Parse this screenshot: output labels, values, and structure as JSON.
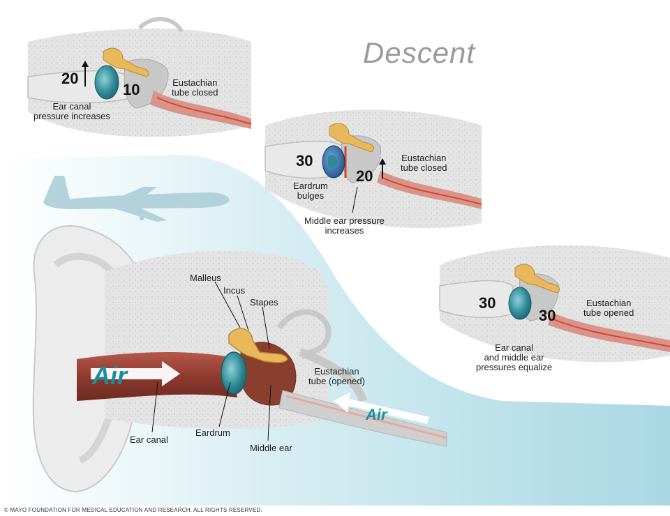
{
  "title": "Descent",
  "copyright": "© MAYO FOUNDATION FOR MEDICAL EDUCATION AND RESEARCH. ALL RIGHTS RESERVED.",
  "colors": {
    "sky": "#bfe3ec",
    "skin": "#ececec",
    "bone": "#d9d9d9",
    "canal": "#8e3a2e",
    "eardrum": "#2e8a96",
    "ossicles": "#e8b85a",
    "air_text": "#1a8fa0",
    "pressure_line": "#e0402a"
  },
  "panel1": {
    "ear_canal_pressure": "20",
    "middle_ear_pressure": "10",
    "eustachian_label": "Eustachian\ntube closed",
    "canal_label": "Ear canal\npressure increases"
  },
  "panel2": {
    "ear_canal_pressure": "30",
    "middle_ear_pressure": "20",
    "eustachian_label": "Eustachian\ntube closed",
    "eardrum_label": "Eardrum\nbulges",
    "middle_ear_label": "Middle ear pressure\nincreases"
  },
  "panel3": {
    "ear_canal_pressure": "30",
    "middle_ear_pressure": "30",
    "eustachian_label": "Eustachian\ntube opened",
    "equalize_label": "Ear canal\nand middle ear\npressures equalize"
  },
  "main": {
    "malleus": "Malleus",
    "incus": "Incus",
    "stapes": "Stapes",
    "eustachian": "Eustachian\ntube (opened)",
    "ear_canal": "Ear canal",
    "eardrum": "Eardrum",
    "middle_ear": "Middle ear",
    "air_in": "Air",
    "air_tube": "Air"
  }
}
